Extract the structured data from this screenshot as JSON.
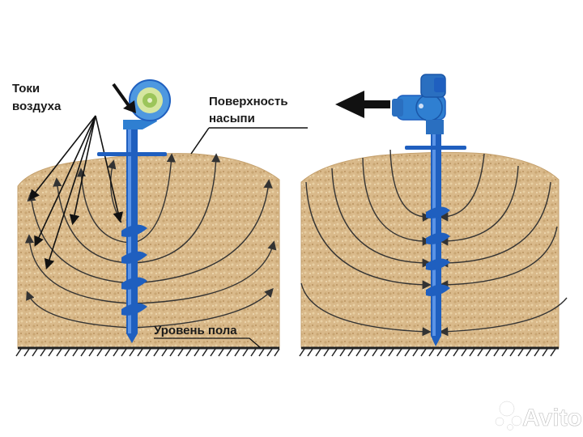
{
  "labels": {
    "air_currents_line1": "Токи",
    "air_currents_line2": "воздуха",
    "surface_line1": "Поверхность",
    "surface_line2": "насыпи",
    "floor_level": "Уровень пола"
  },
  "watermark": {
    "text": "Avito",
    "icon": "avito-dots-logo-icon"
  },
  "colors": {
    "grain": "#d9b98a",
    "grain_dark": "#b8935c",
    "auger": "#1f5fbf",
    "fan_blue": "#2f7fd1",
    "flow_line": "#333333",
    "ground": "#222222"
  }
}
